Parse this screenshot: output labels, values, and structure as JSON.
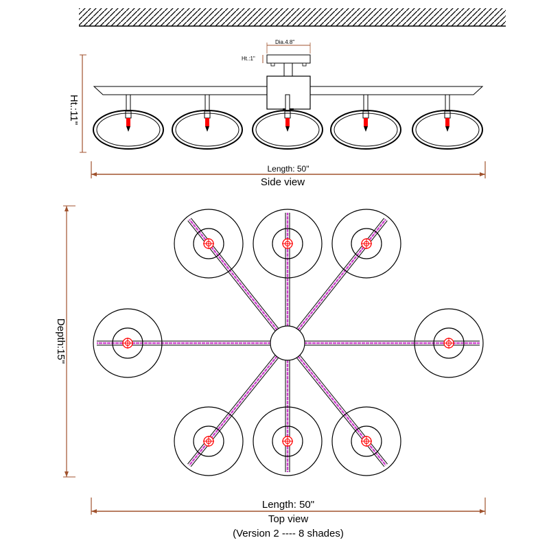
{
  "side_view": {
    "dia_label": "Dia.4.8\"",
    "ht_small_label": "Ht.:1\"",
    "height_label": "Ht.:11\"",
    "length_label": "Length: 50\"",
    "caption": "Side view",
    "shade_count": 5
  },
  "top_view": {
    "depth_label": "Depth:15\"",
    "length_label": "Length: 50\"",
    "caption": "Top view",
    "version_caption": "(Version 2 ---- 8 shades)",
    "shade_count": 8
  },
  "colors": {
    "dimension": "#a0522d",
    "arm_highlight": "#cc44cc",
    "bulb": "#ff0000"
  }
}
